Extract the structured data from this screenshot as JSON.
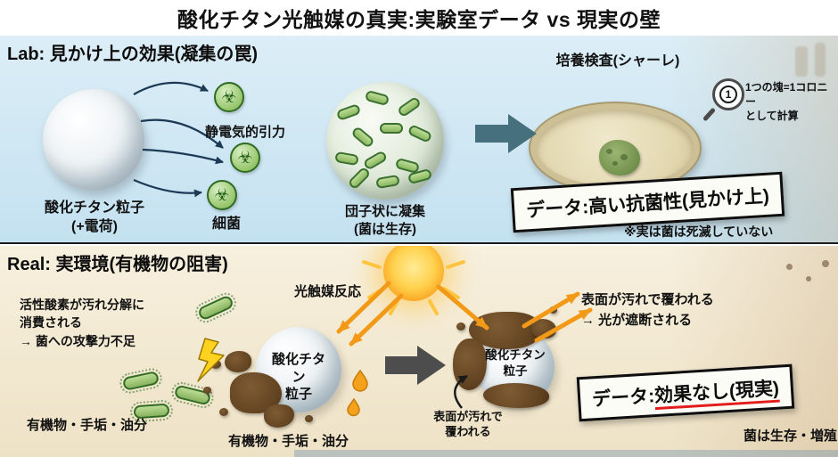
{
  "title": "酸化チタン光触媒の真実:実験室データ vs 現実の壁",
  "colors": {
    "lab_background": "#c9e3f1",
    "real_background": "#f3ead3",
    "stamp_border": "#0e0e0e",
    "stamp_underline_red": "#e31c1c",
    "bacteria_green": "#8ab85f",
    "dirt_brown": "#644522",
    "sun_orange": "#f9a01b",
    "arrow_dark": "#1c3a55",
    "big_arrow_lab": "#47707f",
    "big_arrow_real": "#4d4d4d"
  },
  "icons": {
    "biohazard": "☣"
  },
  "lab": {
    "heading": "Lab: 見かけ上の効果(凝集の罠)",
    "particle_label": "酸化チタン粒子\n(+電荷)",
    "attraction_label": "静電気的引力",
    "bacteria_label": "細菌",
    "cluster_label": "団子状に凝集\n(菌は生存)",
    "petri_label": "培養検査(シャーレ)",
    "colony_number": "1",
    "colony_note": "1つの塊=1コロニー\nとして計算",
    "stamp": "データ:高い抗菌性(見かけ上)",
    "stamp_note": "※実は菌は死滅していない"
  },
  "real": {
    "heading": "Real: 実環境(有機物の阻害)",
    "ros_text": "活性酸素が汚れ分解に\n消費される\n→ 菌への攻撃力不足",
    "photocatalysis_label": "光触媒反応",
    "particle1_label": "酸化チタン\n粒子",
    "particle2_label": "酸化チタン\n粒子",
    "organic_left": "有機物・手垢・油分",
    "organic_center": "有機物・手垢・油分",
    "blocked_text": "表面が汚れで覆われる\n→ 光が遮断される",
    "covered_text": "表面が汚れで\n覆われる",
    "stamp_prefix": "データ:",
    "stamp_emph": "効果なし(現実)",
    "stamp_note": "菌は生存・増殖"
  }
}
